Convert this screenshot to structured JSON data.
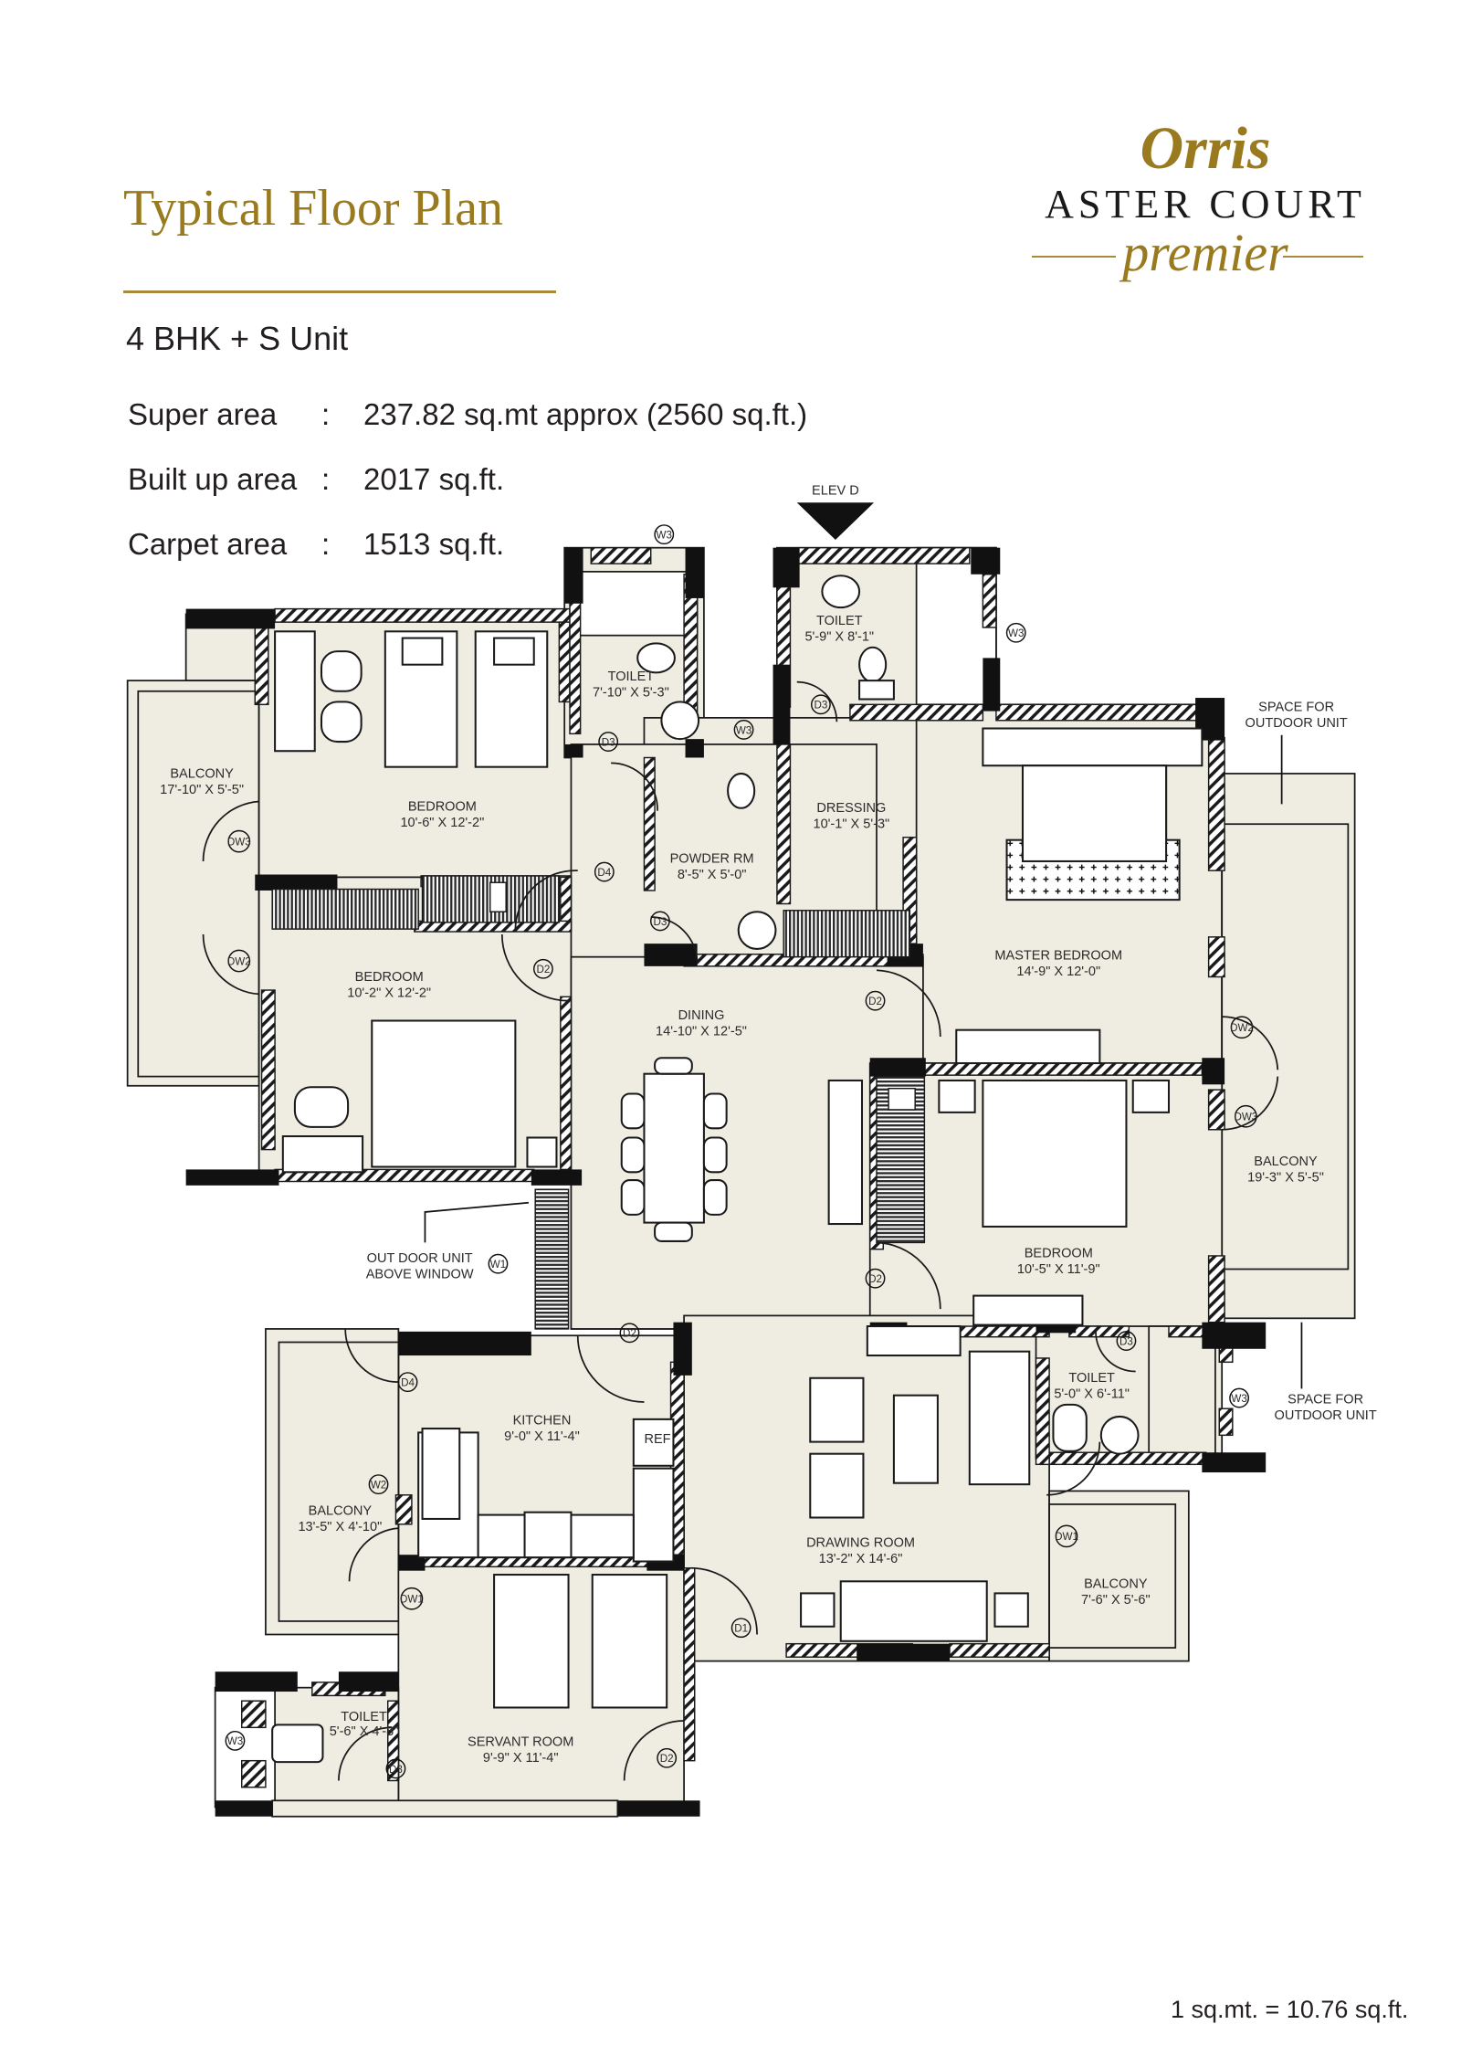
{
  "header": {
    "title": "Typical Floor Plan",
    "unit_type": "4 BHK + S Unit",
    "areas": [
      {
        "label": "Super area",
        "colon": ":",
        "value": "237.82 sq.mt approx (2560 sq.ft.)"
      },
      {
        "label": "Built up area",
        "colon": ":",
        "value": "2017 sq.ft."
      },
      {
        "label": "Carpet area",
        "colon": ":",
        "value": "1513 sq.ft."
      }
    ]
  },
  "logo": {
    "brand": "Orris",
    "project": "ASTER COURT",
    "tagline": "premier"
  },
  "colors": {
    "gold": "#9a7a1e",
    "floor": "#efede2",
    "wall": "#111111",
    "text": "#231f20"
  },
  "plan": {
    "elevation_marker": "ELEV D",
    "rooms": [
      {
        "name": "BALCONY",
        "size": "17'-10\" X 5'-5\""
      },
      {
        "name": "BEDROOM",
        "size": "10'-6\" X 12'-2\""
      },
      {
        "name": "TOILET",
        "size": "7'-10\" X 5'-3\""
      },
      {
        "name": "TOILET",
        "size": "5'-9\" X 8'-1\""
      },
      {
        "name": "POWDER RM",
        "size": "8'-5\" X 5'-0\""
      },
      {
        "name": "DRESSING",
        "size": "10'-1\" X 5'-3\""
      },
      {
        "name": "MASTER BEDROOM",
        "size": "14'-9\" X 12'-0\""
      },
      {
        "name": "BEDROOM",
        "size": "10'-2\" X 12'-2\""
      },
      {
        "name": "DINING",
        "size": "14'-10\" X 12'-5\""
      },
      {
        "name": "BALCONY",
        "size": "19'-3\" X 5'-5\""
      },
      {
        "name": "BEDROOM",
        "size": "10'-5\" X 11'-9\""
      },
      {
        "name": "KITCHEN",
        "size": "9'-0\" X 11'-4\""
      },
      {
        "name": "TOILET",
        "size": "5'-0\" X 6'-11\""
      },
      {
        "name": "BALCONY",
        "size": "13'-5\" X 4'-10\""
      },
      {
        "name": "DRAWING ROOM",
        "size": "13'-2\" X 14'-6\""
      },
      {
        "name": "BALCONY",
        "size": "7'-6\" X 5'-6\""
      },
      {
        "name": "TOILET",
        "size": "5'-6\" X 4'-8\""
      },
      {
        "name": "SERVANT ROOM",
        "size": "9'-9\" X 11'-4\""
      }
    ],
    "annotations": {
      "outdoor_top_1": "SPACE FOR",
      "outdoor_top_2": "OUTDOOR UNIT",
      "outdoor_bottom_1": "SPACE FOR",
      "outdoor_bottom_2": "OUTDOOR UNIT",
      "outdoor_window_1": "OUT DOOR UNIT",
      "outdoor_window_2": "ABOVE WINDOW",
      "ref": "REF"
    },
    "tags": {
      "W1": "W1",
      "W2": "W2",
      "W3": "W3",
      "D1": "D1",
      "D2": "D2",
      "D3": "D3",
      "D4": "D4",
      "DW1": "DW1",
      "DW2": "DW2",
      "DW3": "DW3"
    }
  },
  "footer": {
    "conversion": "1 sq.mt. = 10.76 sq.ft."
  }
}
